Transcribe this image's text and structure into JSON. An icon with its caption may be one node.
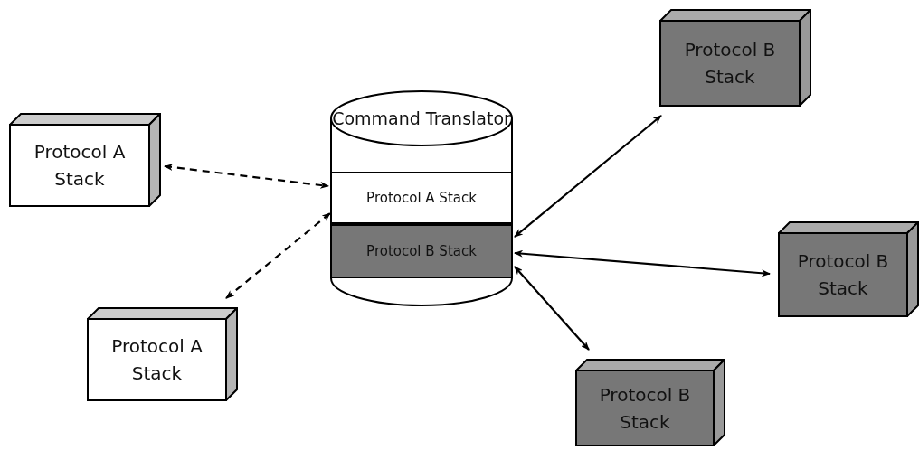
{
  "diagram": {
    "nodes": [
      {
        "text": [
          "Command Translator"
        ]
      },
      {
        "text": [
          "Protocol A Stack"
        ],
        "in": 0
      },
      {
        "text": [
          "Protocol B Stack"
        ],
        "in": 0
      },
      {
        "text": [
          "Protocol A Stack"
        ]
      },
      {
        "text": [
          "Protocol A Stack"
        ]
      },
      {
        "text": [
          "Protocol B Stack"
        ]
      },
      {
        "text": [
          "Protocol B Stack"
        ]
      },
      {
        "text": [
          "Protocol B Stack"
        ]
      }
    ],
    "edges": [
      {
        "from": 3,
        "to": 1,
        "arrow": "both",
        "style": "dashed"
      },
      {
        "from": 4,
        "to": 1,
        "arrow": "both",
        "style": "dashed"
      },
      {
        "from": 2,
        "to": 5,
        "arrow": "both"
      },
      {
        "from": 2,
        "to": 6,
        "arrow": "both"
      },
      {
        "from": 2,
        "to": 7,
        "arrow": "both"
      }
    ]
  }
}
